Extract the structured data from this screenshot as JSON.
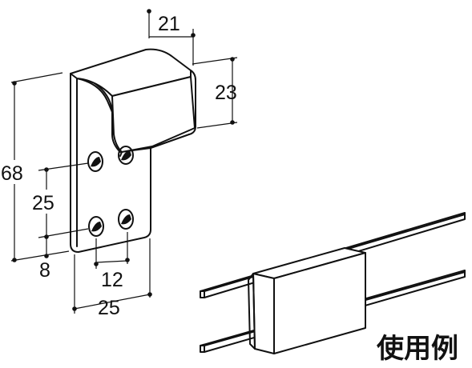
{
  "dimensions": {
    "top_depth": "21",
    "bracket_top_height": "23",
    "total_height": "68",
    "hole_vertical_pitch": "25",
    "bottom_offset": "8",
    "hole_horizontal_pitch": "12",
    "plate_width": "25"
  },
  "caption": "使用例",
  "colors": {
    "line": "#111111",
    "fill": "#ffffff"
  }
}
